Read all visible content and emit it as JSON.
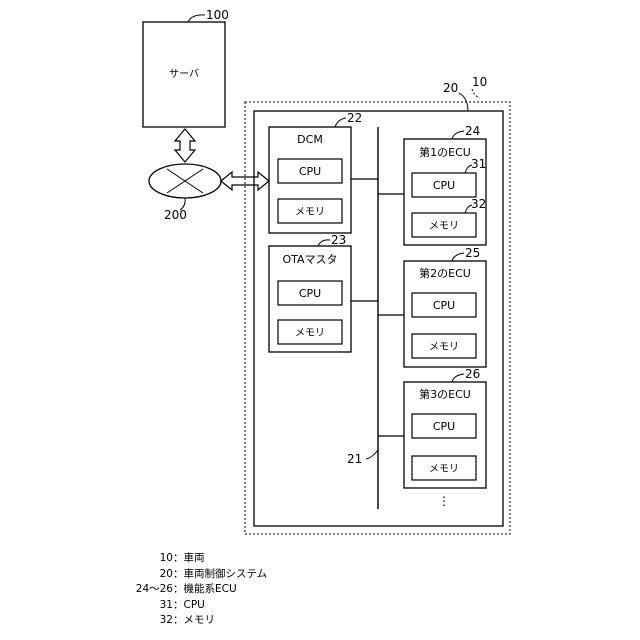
{
  "diagram": {
    "labels": {
      "server": "サーバ",
      "ref_server": "100",
      "ref_network": "200",
      "ref_vehicle": "10",
      "ref_system": "20",
      "ref_bus": "21",
      "dcm": "DCM",
      "ref_dcm": "22",
      "ota": "OTAマスタ",
      "ref_ota": "23",
      "cpu": "CPU",
      "memory": "メモリ",
      "ecu1": "第1のECU",
      "ref_ecu1": "24",
      "ref_cpu": "31",
      "ref_memory": "32",
      "ecu2": "第2のECU",
      "ref_ecu2": "25",
      "ecu3": "第3のECU",
      "ref_ecu3": "26",
      "ellipsis": "⋮"
    }
  },
  "legend": [
    {
      "num": "10",
      "text": "車両"
    },
    {
      "num": "20",
      "text": "車両制御システム"
    },
    {
      "num": "24〜26",
      "text": "機能系ECU"
    },
    {
      "num": "31",
      "text": "CPU"
    },
    {
      "num": "32",
      "text": "メモリ"
    }
  ]
}
